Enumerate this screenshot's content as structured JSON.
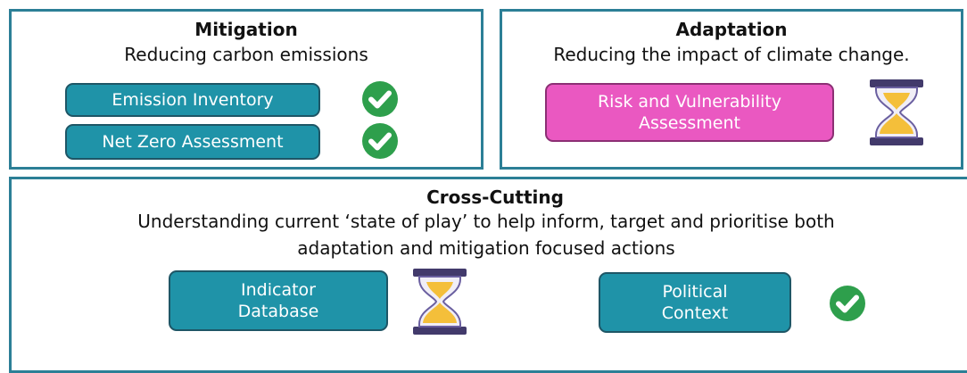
{
  "mitigation": {
    "title": "Mitigation",
    "subtitle": "Reducing carbon emissions",
    "items": [
      {
        "label": "Emission Inventory",
        "status": "check-icon"
      },
      {
        "label": "Net Zero Assessment",
        "status": "check-icon"
      }
    ]
  },
  "adaptation": {
    "title": "Adaptation",
    "subtitle": "Reducing the impact of climate change.",
    "items": [
      {
        "label": "Risk and Vulnerability Assessment",
        "status": "hourglass-icon"
      }
    ]
  },
  "cross_cutting": {
    "title": "Cross-Cutting",
    "subtitle_line1": "Understanding current ‘state of play’ to help inform, target and prioritise both",
    "subtitle_line2": "adaptation and mitigation focused actions",
    "items": [
      {
        "label": "Indicator Database",
        "status": "hourglass-icon"
      },
      {
        "label": "Political Context",
        "status": "check-icon"
      }
    ]
  },
  "colors": {
    "border": "#2c7f96",
    "teal_pill": "#1f93a8",
    "pink_pill": "#ea58c1",
    "check_green": "#2e9f4c",
    "hourglass_frame": "#423a6b",
    "sand": "#f4bf3a"
  }
}
